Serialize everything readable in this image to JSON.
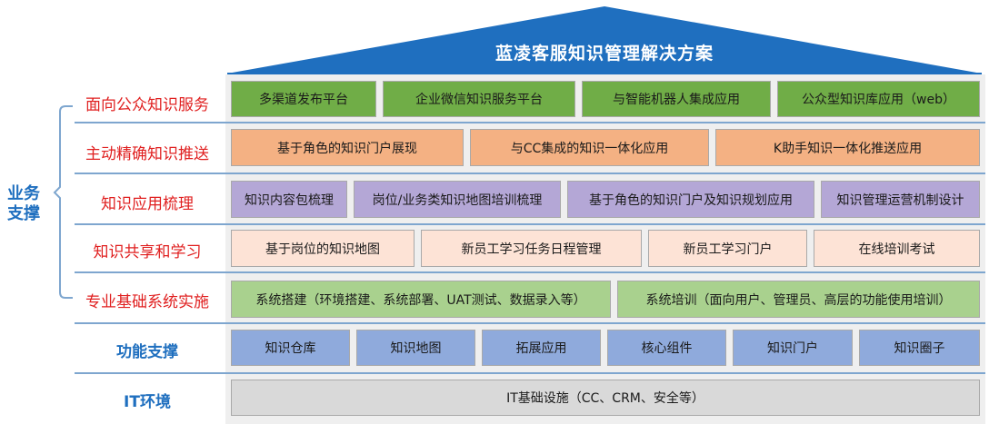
{
  "title": "蓝凌客服知识管理解决方案",
  "side_label": [
    "业务",
    "支撑"
  ],
  "rows": [
    {
      "label": "面向公众知识服务",
      "cells": [
        "多渠道发布平台",
        "企业微信知识服务平台",
        "与智能机器人集成应用",
        "公众型知识库应用（web）"
      ]
    },
    {
      "label": "主动精确知识推送",
      "cells": [
        "基于角色的知识门户展现",
        "与CC集成的知识一体化应用",
        "K助手知识一体化推送应用"
      ]
    },
    {
      "label": "知识应用梳理",
      "cells": [
        "知识内容包梳理",
        "岗位/业务类知识地图培训梳理",
        "基于角色的知识门户及知识规划应用",
        "知识管理运营机制设计"
      ]
    },
    {
      "label": "知识共享和学习",
      "cells": [
        "基于岗位的知识地图",
        "新员工学习任务日程管理",
        "新员工学习门户",
        "在线培训考试"
      ]
    },
    {
      "label": "专业基础系统实施",
      "cells": [
        "系统搭建（环境搭建、系统部署、UAT测试、数据录入等）",
        "系统培训（面向用户、管理员、高层的功能使用培训）"
      ]
    },
    {
      "label": "功能支撑",
      "cells": [
        "知识仓库",
        "知识地图",
        "拓展应用",
        "核心组件",
        "知识门户",
        "知识圈子"
      ]
    },
    {
      "label": "IT环境",
      "cells": [
        "IT基础设施（CC、CRM、安全等）"
      ]
    }
  ],
  "colors": {
    "roof": "#1f6fbf",
    "label_red": "#e02020",
    "label_blue": "#1f6fbf",
    "row1": "#70ad47",
    "row2": "#f4b183",
    "row3": "#b4a7d6",
    "row4": "#fde3d6",
    "row5": "#a9d18e",
    "row6": "#8faadc",
    "row7": "#d9d9d9"
  }
}
